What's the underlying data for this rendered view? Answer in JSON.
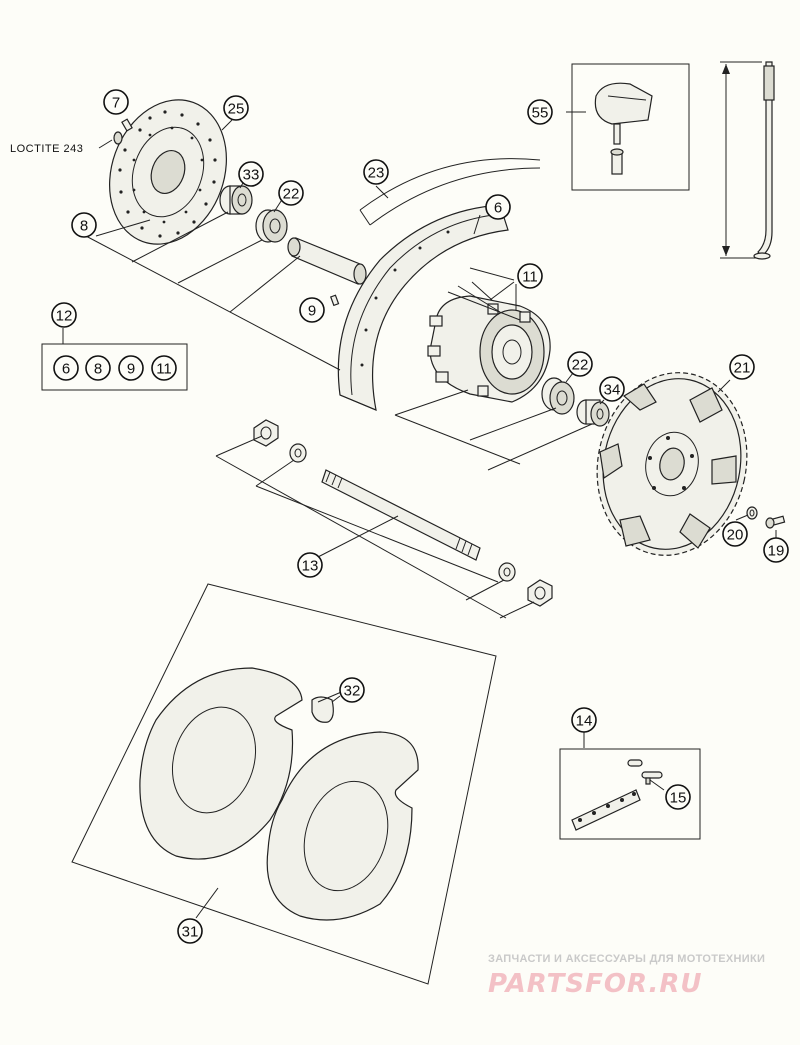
{
  "callouts": {
    "c7": "7",
    "c25": "25",
    "c33": "33",
    "c22a": "22",
    "c8": "8",
    "c9": "9",
    "c23": "23",
    "c6": "6",
    "c11": "11",
    "c55": "55",
    "c12": "12",
    "c12_6": "6",
    "c12_8": "8",
    "c12_9": "9",
    "c12_11": "11",
    "c22b": "22",
    "c34": "34",
    "c21": "21",
    "c20": "20",
    "c19": "19",
    "c13": "13",
    "c32": "32",
    "c14": "14",
    "c15": "15",
    "c31": "31"
  },
  "labels": {
    "loctite": "LOCTITE 243"
  },
  "watermark": {
    "tagline": "ЗАПЧАСТИ И АКСЕССУАРЫ ДЛЯ МОТОТЕХНИКИ",
    "logo": "PARTSFOR.RU"
  },
  "colors": {
    "line": "#222222",
    "part_fill": "#f1f1ea",
    "watermark_logo": "#f3c1c6"
  }
}
